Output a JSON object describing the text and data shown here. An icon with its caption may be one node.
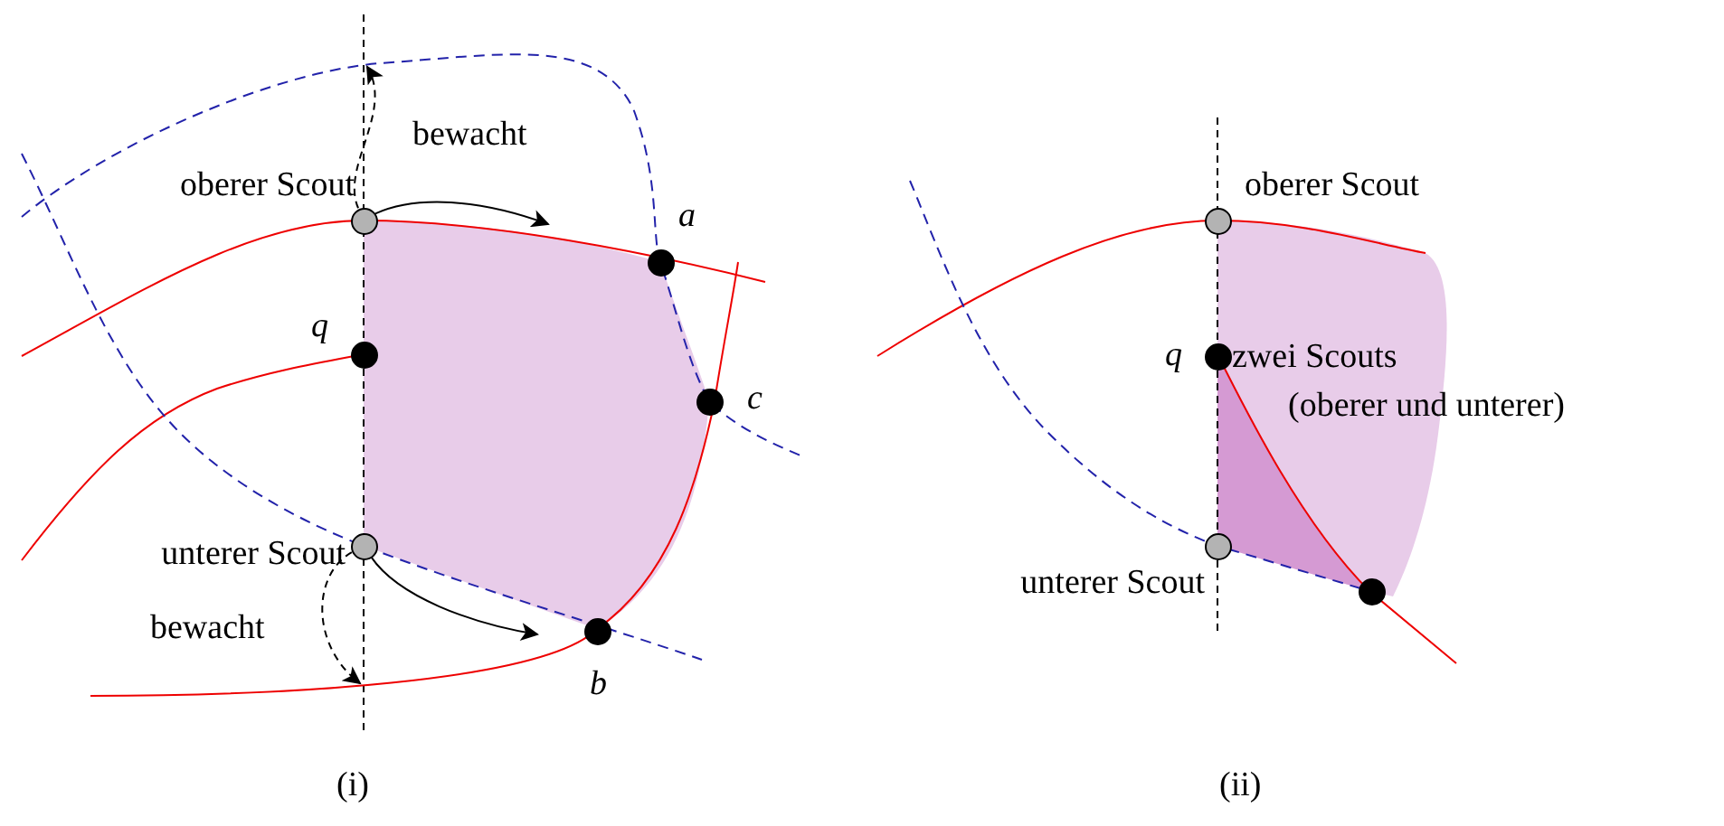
{
  "diagram": {
    "nodes": [
      {
        "text": [],
        "shape": "circle",
        "beside": [
          "oberer Scout"
        ]
      },
      {
        "text": [],
        "shape": "circle",
        "beside": [
          "q"
        ]
      },
      {
        "text": [],
        "shape": "circle",
        "beside": [
          "a"
        ]
      },
      {
        "text": [],
        "shape": "circle",
        "beside": [
          "c"
        ]
      },
      {
        "text": [],
        "shape": "circle",
        "beside": [
          "unterer Scout"
        ]
      },
      {
        "text": [],
        "shape": "circle",
        "beside": [
          "b"
        ]
      },
      {
        "text": [],
        "shape": "circle",
        "beside": [
          "oberer Scout"
        ]
      },
      {
        "text": [],
        "shape": "circle",
        "beside": [
          "q",
          "zwei Scouts",
          "(oberer und unterer)"
        ]
      },
      {
        "text": [],
        "shape": "circle",
        "beside": [
          "unterer Scout"
        ]
      },
      {
        "text": [],
        "shape": "circle"
      }
    ],
    "edges": [
      {
        "from": 0,
        "to": null,
        "arrow": "to"
      },
      {
        "from": 0,
        "to": null,
        "arrow": "to",
        "style": "dashed",
        "label": "bewacht"
      },
      {
        "from": 4,
        "to": null,
        "arrow": "to"
      },
      {
        "from": 4,
        "to": null,
        "arrow": "to",
        "style": "dashed",
        "label": "bewacht"
      }
    ],
    "labels": [
      "(i)",
      "(ii)"
    ]
  }
}
